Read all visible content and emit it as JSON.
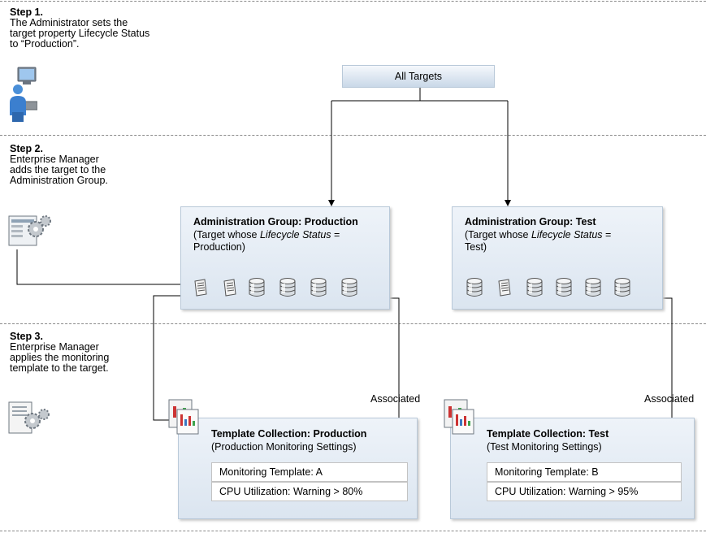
{
  "steps": [
    {
      "heading": "Step 1.",
      "lines": [
        "The Administrator sets the",
        "target property Lifecycle Status",
        "to “Production”."
      ]
    },
    {
      "heading": "Step 2.",
      "lines": [
        "Enterprise Manager",
        "adds the target to the",
        "Administration Group."
      ]
    },
    {
      "heading": "Step 3.",
      "lines": [
        "Enterprise Manager",
        "applies the monitoring",
        "template to the target."
      ]
    }
  ],
  "all_targets": "All Targets",
  "groups": [
    {
      "title": "Administration Group: Production",
      "sub_prefix": "(Target whose ",
      "sub_italic": "Lifecycle Status",
      "sub_suffix": " =",
      "sub_line2": "Production)",
      "icons": [
        "doc-icon",
        "doc-icon",
        "database-icon",
        "database-icon",
        "database-icon",
        "database-icon"
      ]
    },
    {
      "title": "Administration Group: Test",
      "sub_prefix": "(Target whose ",
      "sub_italic": "Lifecycle Status",
      "sub_suffix": " =",
      "sub_line2": "Test)",
      "icons": [
        "database-icon",
        "doc-icon",
        "database-icon",
        "database-icon",
        "database-icon",
        "database-icon"
      ]
    }
  ],
  "templates": [
    {
      "title": "Template Collection: Production",
      "sub": "(Production Monitoring Settings)",
      "row1": "Monitoring Template: A",
      "row2": "CPU Utilization: Warning > 80%"
    },
    {
      "title": "Template Collection: Test",
      "sub": "(Test Monitoring Settings)",
      "row1": "Monitoring Template: B",
      "row2": "CPU Utilization: Warning > 95%"
    }
  ],
  "associated_label": "Associated",
  "colors": {
    "box_top": "#eef3f9",
    "box_bottom": "#dbe5f0",
    "border": "#b9c9d9",
    "divider": "#8a8a8a"
  }
}
